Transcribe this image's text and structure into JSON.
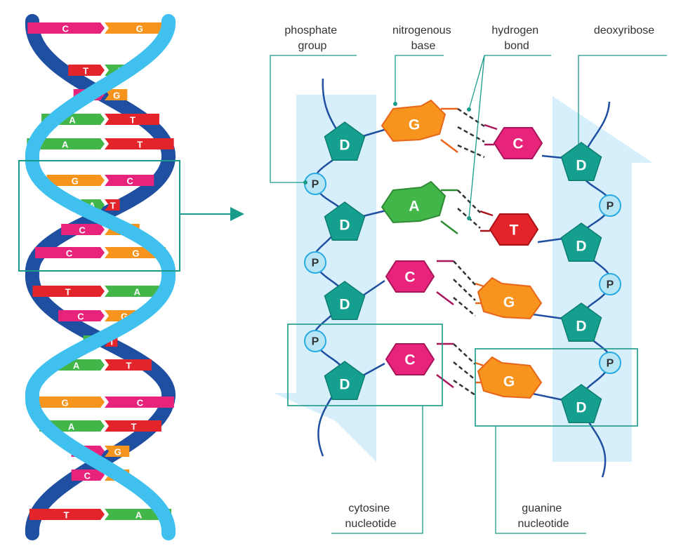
{
  "labels": {
    "phosphate": [
      "phosphate",
      "group"
    ],
    "nitrogenous": [
      "nitrogenous",
      "base"
    ],
    "hydrogen": [
      "hydrogen",
      "bond"
    ],
    "deoxyribose": "deoxyribose",
    "cytosine": [
      "cytosine",
      "nucleotide"
    ],
    "guanine": [
      "guanine",
      "nucleotide"
    ]
  },
  "symbols": {
    "sugar": "D",
    "phosphate": "P"
  },
  "helix_rungs": [
    [
      "C",
      "G"
    ],
    [
      "T",
      "A"
    ],
    [
      "C",
      "G"
    ],
    [
      "A",
      "T"
    ],
    [
      "A",
      "T"
    ],
    [
      "G",
      "C"
    ],
    [
      "A",
      "T"
    ],
    [
      "C",
      "G"
    ],
    [
      "C",
      "G"
    ],
    [
      "T",
      "A"
    ],
    [
      "C",
      "G"
    ],
    [
      "A",
      "T"
    ],
    [
      "A",
      "T"
    ],
    [
      "G",
      "C"
    ],
    [
      "A",
      "T"
    ],
    [
      "C",
      "G"
    ],
    [
      "C",
      "G"
    ],
    [
      "T",
      "A"
    ]
  ],
  "pairs": [
    [
      "G",
      "C"
    ],
    [
      "A",
      "T"
    ],
    [
      "C",
      "G"
    ],
    [
      "C",
      "G"
    ]
  ],
  "colors": {
    "A": "#43b649",
    "T": "#e3242b",
    "C": "#e8237b",
    "G": "#f7941d",
    "sugar": "#159f8f",
    "phosphate_fill": "#b8e6f5",
    "phosphate_stroke": "#29abe2",
    "strand_band": "#d7effb",
    "helix_light": "#3fc0ee",
    "helix_dark": "#1f4fa0",
    "accent": "#1a9a8a"
  }
}
